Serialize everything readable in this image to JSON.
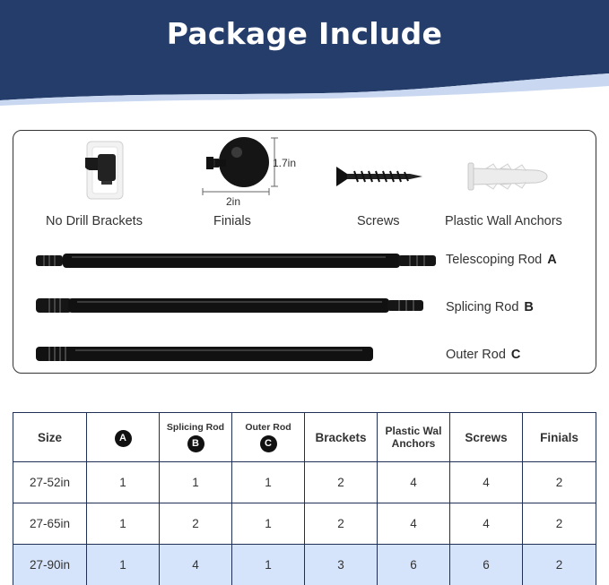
{
  "header": {
    "title": "Package Include",
    "bg_color": "#253d6b"
  },
  "items": [
    {
      "label": "No Drill Brackets",
      "icon": "bracket-icon"
    },
    {
      "label": "Finials",
      "icon": "finial-icon",
      "dim_height": "1.7in",
      "dim_width": "2in"
    },
    {
      "label": "Screws",
      "icon": "screw-icon"
    },
    {
      "label": "Plastic Wall Anchors",
      "icon": "anchor-icon"
    }
  ],
  "rods": [
    {
      "name": "Telescoping Rod",
      "letter": "A"
    },
    {
      "name": "Splicing Rod",
      "letter": "B"
    },
    {
      "name": "Outer Rod",
      "letter": "C"
    }
  ],
  "table": {
    "headers": {
      "size": "Size",
      "a_letter": "A",
      "b_name": "Splicing Rod",
      "b_letter": "B",
      "c_name": "Outer Rod",
      "c_letter": "C",
      "brackets": "Brackets",
      "anchors": "Plastic Wal Anchors",
      "screws": "Screws",
      "finials": "Finials"
    },
    "rows": [
      [
        "27-52in",
        "1",
        "1",
        "1",
        "2",
        "4",
        "4",
        "2"
      ],
      [
        "27-65in",
        "1",
        "2",
        "1",
        "2",
        "4",
        "4",
        "2"
      ],
      [
        "27-90in",
        "1",
        "4",
        "1",
        "3",
        "6",
        "6",
        "2"
      ]
    ],
    "highlight_color": "#d6e4fb",
    "border_color": "#1f2f55"
  }
}
